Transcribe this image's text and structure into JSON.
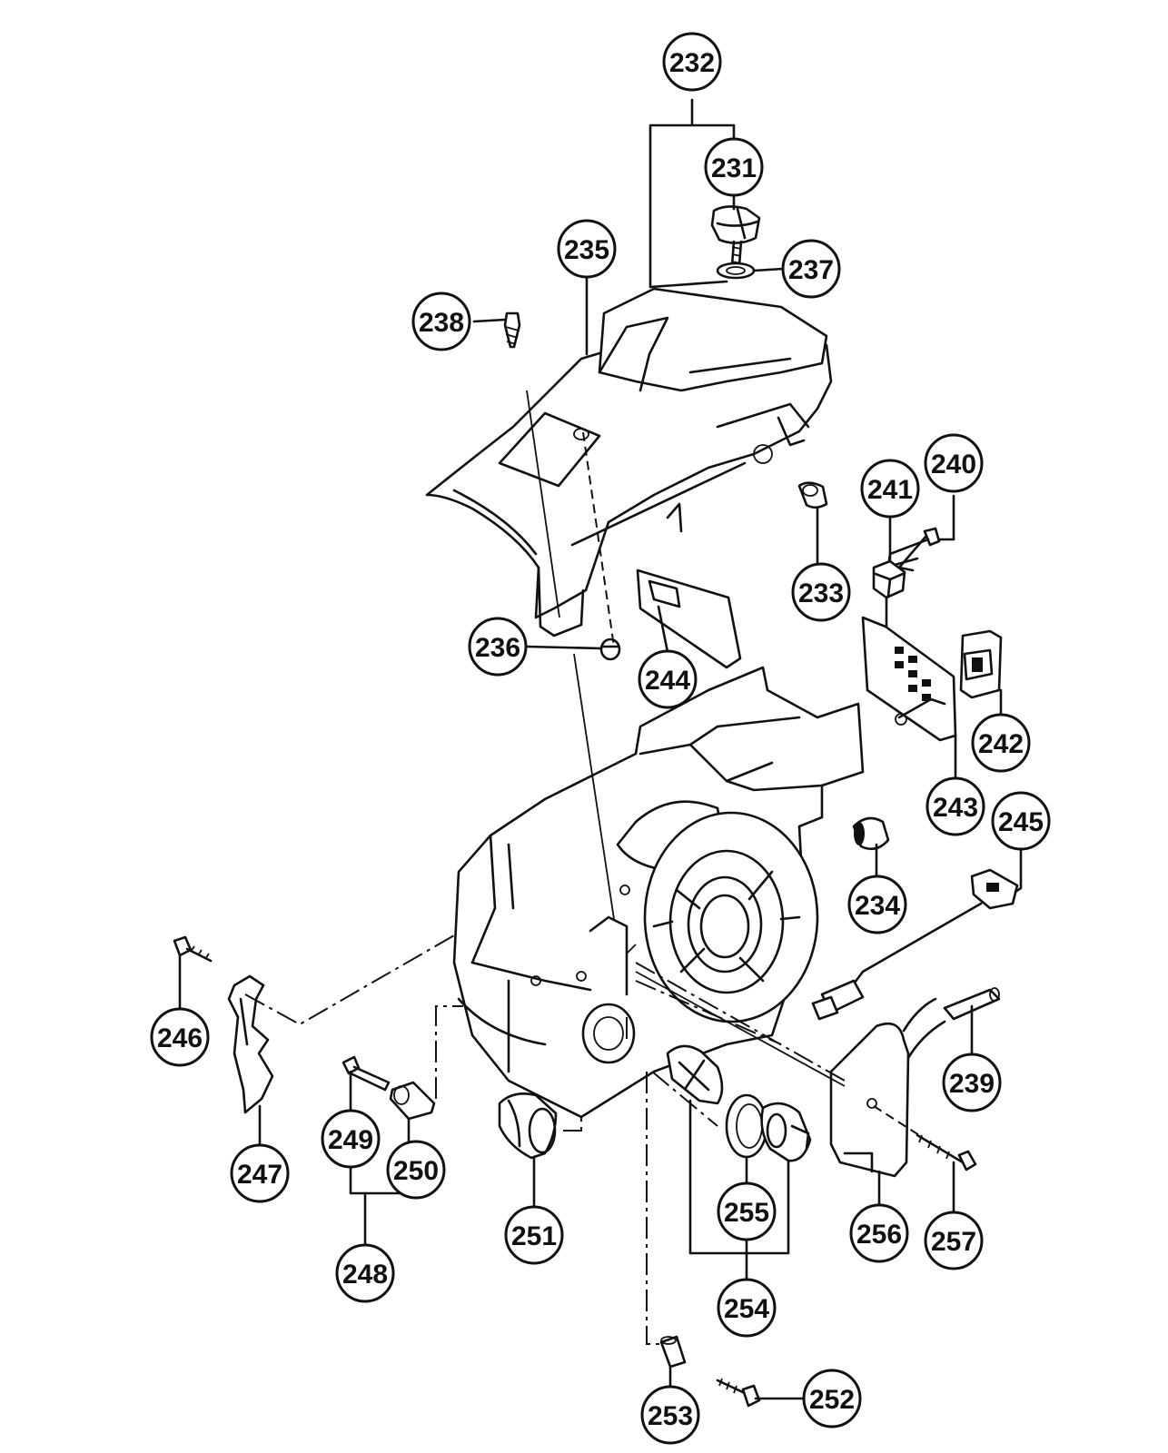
{
  "callouts": [
    {
      "id": "232",
      "label": "232"
    },
    {
      "id": "231",
      "label": "231"
    },
    {
      "id": "237",
      "label": "237"
    },
    {
      "id": "235",
      "label": "235"
    },
    {
      "id": "238",
      "label": "238"
    },
    {
      "id": "240",
      "label": "240"
    },
    {
      "id": "241",
      "label": "241"
    },
    {
      "id": "233",
      "label": "233"
    },
    {
      "id": "236",
      "label": "236"
    },
    {
      "id": "244",
      "label": "244"
    },
    {
      "id": "242",
      "label": "242"
    },
    {
      "id": "243",
      "label": "243"
    },
    {
      "id": "245",
      "label": "245"
    },
    {
      "id": "234",
      "label": "234"
    },
    {
      "id": "246",
      "label": "246"
    },
    {
      "id": "239",
      "label": "239"
    },
    {
      "id": "247",
      "label": "247"
    },
    {
      "id": "249",
      "label": "249"
    },
    {
      "id": "250",
      "label": "250"
    },
    {
      "id": "251",
      "label": "251"
    },
    {
      "id": "255",
      "label": "255"
    },
    {
      "id": "256",
      "label": "256"
    },
    {
      "id": "257",
      "label": "257"
    },
    {
      "id": "248",
      "label": "248"
    },
    {
      "id": "254",
      "label": "254"
    },
    {
      "id": "253",
      "label": "253"
    },
    {
      "id": "252",
      "label": "252"
    }
  ]
}
